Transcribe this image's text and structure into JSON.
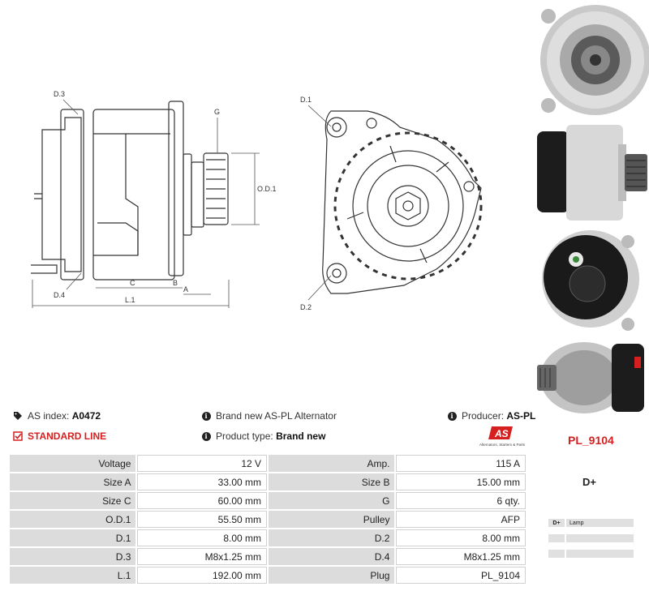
{
  "drawing_labels": {
    "d3": "D.3",
    "d4": "D.4",
    "g": "G",
    "od1": "O.D.1",
    "c": "C",
    "b": "B",
    "a": "A",
    "l1": "L.1",
    "d1": "D.1",
    "d2": "D.2"
  },
  "info": {
    "as_index_label": "AS index:",
    "as_index_value": "A0472",
    "standard_line": "STANDARD LINE",
    "brand_text": "Brand new AS-PL Alternator",
    "product_type_label": "Product type:",
    "product_type_value": "Brand new",
    "producer_label": "Producer:",
    "producer_value": "AS-PL",
    "logo_text": "AS",
    "logo_subtext": "Alternators, Starters & Parts",
    "part_code": "PL_9104"
  },
  "specs": [
    {
      "l1": "Voltage",
      "v1": "12 V",
      "l2": "Amp.",
      "v2": "115 A"
    },
    {
      "l1": "Size A",
      "v1": "33.00 mm",
      "l2": "Size B",
      "v2": "15.00 mm"
    },
    {
      "l1": "Size C",
      "v1": "60.00 mm",
      "l2": "G",
      "v2": "6 qty."
    },
    {
      "l1": "O.D.1",
      "v1": "55.50 mm",
      "l2": "Pulley",
      "v2": "AFP"
    },
    {
      "l1": "D.1",
      "v1": "8.00 mm",
      "l2": "D.2",
      "v2": "8.00 mm"
    },
    {
      "l1": "D.3",
      "v1": "M8x1.25 mm",
      "l2": "D.4",
      "v2": "M8x1.25 mm"
    },
    {
      "l1": "L.1",
      "v1": "192.00 mm",
      "l2": "Plug",
      "v2": "PL_9104"
    }
  ],
  "connector": {
    "title": "D+",
    "pins": [
      {
        "key": "D+",
        "value": "Lamp"
      },
      {
        "key": "",
        "value": ""
      },
      {
        "key": "",
        "value": ""
      }
    ]
  },
  "colors": {
    "accent_red": "#d6201f",
    "table_label_bg": "#dcdcdc"
  }
}
